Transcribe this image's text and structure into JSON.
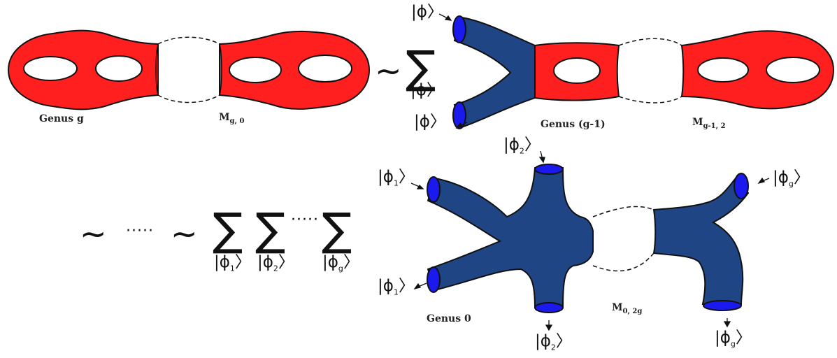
{
  "labels": {
    "genus_g": "Genus g",
    "m_g0": "M",
    "m_g0_sub": "g, 0",
    "genus_g_minus_1": "Genus  (g-1)",
    "m_g1_2": "M",
    "m_g1_2_sub": "g-1, 2",
    "genus_0": "Genus    0",
    "m_0_2g": "M",
    "m_0_2g_sub": "0, 2g"
  },
  "operators": {
    "tilde": "~",
    "sigma": "∑",
    "dots": "·····"
  },
  "states": {
    "phi": "|ϕ〉",
    "phi1_left": "|ϕ",
    "phi_sub_1": "1",
    "phi_sub_2": "2",
    "phi_sub_g": "g",
    "ket_close": "〉"
  },
  "colors": {
    "handle_surface": "#ff1f1f",
    "tube_surface": "#1f4585",
    "tube_opening": "#1a1aee",
    "outline": "#111111"
  }
}
